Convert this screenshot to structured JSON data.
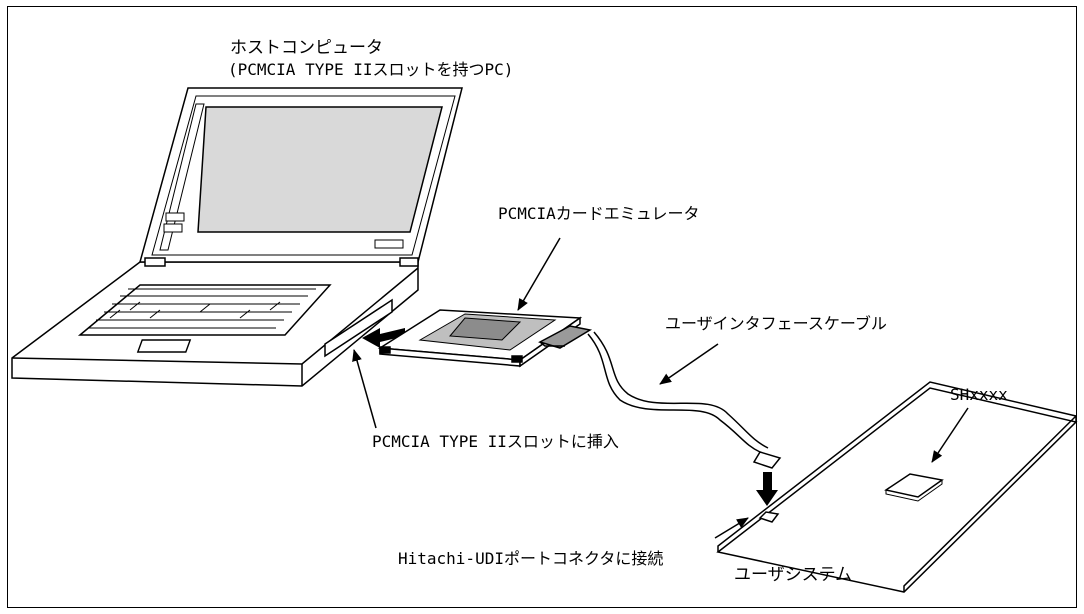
{
  "labels": {
    "host_title": "ホストコンピュータ",
    "host_subtitle": "(PCMCIA TYPE IIスロットを持つPC)",
    "card_emulator": "PCMCIAカードエミュレータ",
    "cable": "ユーザインタフェースケーブル",
    "chip": "SHxxxx",
    "slot_insert": "PCMCIA TYPE IIスロットに挿入",
    "connector": "Hitachi-UDIポートコネクタに接続",
    "user_system": "ユーザシステム"
  },
  "colors": {
    "line": "#000000",
    "fill": "#ffffff",
    "screen": "#d9d9d9",
    "card_label": "#bfbfbf"
  }
}
